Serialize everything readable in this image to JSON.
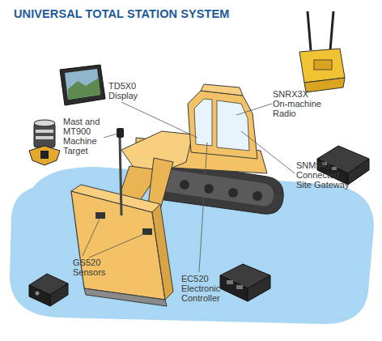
{
  "diagram": {
    "title": "UNIVERSAL TOTAL STATION SYSTEM",
    "labels": [
      "TD5X0 Display",
      "Mast and MT900 Machine Target",
      "SNRX3X On-machine Radio",
      "SNM941 Connected Site Gateway",
      "GS520 Sensors",
      "EC520 Electronic Controller"
    ]
  }
}
